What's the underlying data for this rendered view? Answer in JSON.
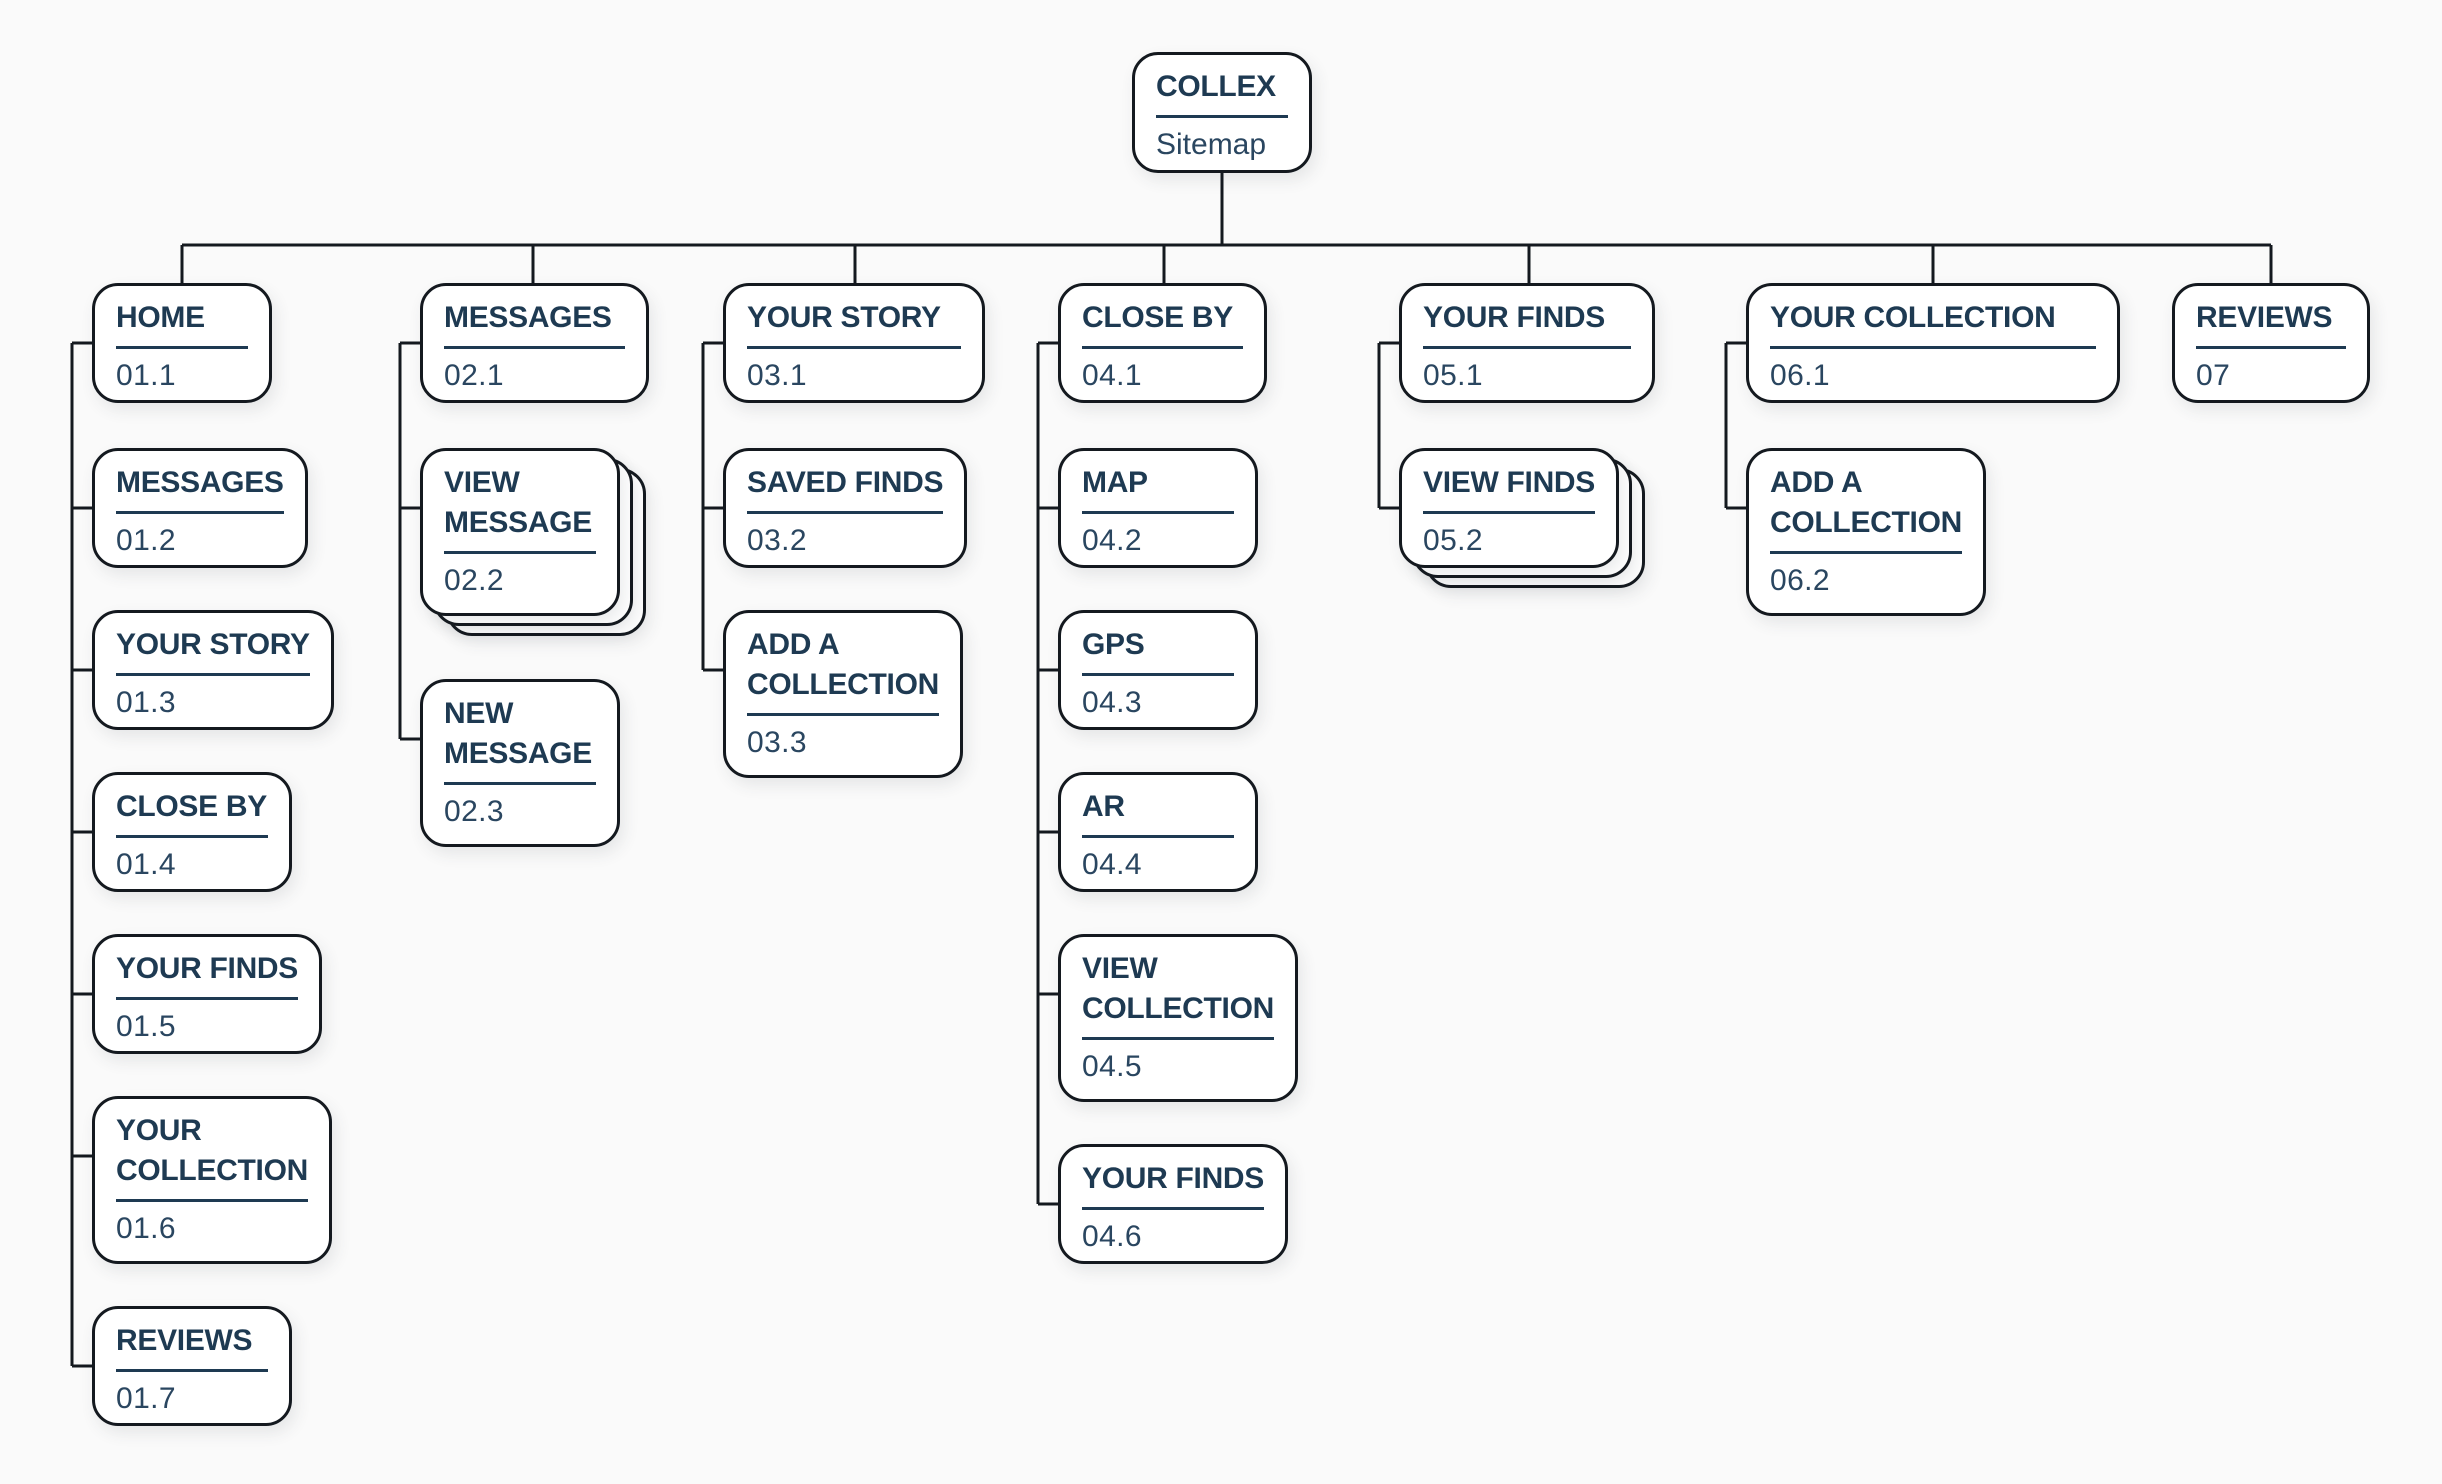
{
  "root": {
    "title": "COLLEX",
    "subtitle": "Sitemap"
  },
  "columns": [
    {
      "header": {
        "label": "HOME",
        "number": "01.1"
      },
      "children": [
        {
          "label": "MESSAGES",
          "number": "01.2"
        },
        {
          "label": "YOUR STORY",
          "number": "01.3"
        },
        {
          "label": "CLOSE BY",
          "number": "01.4"
        },
        {
          "label": "YOUR FINDS",
          "number": "01.5"
        },
        {
          "label": "YOUR\nCOLLECTION",
          "number": "01.6"
        },
        {
          "label": "REVIEWS",
          "number": "01.7"
        }
      ]
    },
    {
      "header": {
        "label": "MESSAGES",
        "number": "02.1"
      },
      "children": [
        {
          "label": "VIEW\nMESSAGE",
          "number": "02.2",
          "stacked": true
        },
        {
          "label": "NEW\nMESSAGE",
          "number": "02.3"
        }
      ]
    },
    {
      "header": {
        "label": "YOUR STORY",
        "number": "03.1"
      },
      "children": [
        {
          "label": "SAVED FINDS",
          "number": "03.2"
        },
        {
          "label": "ADD A\nCOLLECTION",
          "number": "03.3"
        }
      ]
    },
    {
      "header": {
        "label": "CLOSE BY",
        "number": "04.1"
      },
      "children": [
        {
          "label": "MAP",
          "number": "04.2"
        },
        {
          "label": "GPS",
          "number": "04.3"
        },
        {
          "label": "AR",
          "number": "04.4"
        },
        {
          "label": "VIEW\nCOLLECTION",
          "number": "04.5"
        },
        {
          "label": "YOUR FINDS",
          "number": "04.6"
        }
      ]
    },
    {
      "header": {
        "label": "YOUR FINDS",
        "number": "05.1"
      },
      "children": [
        {
          "label": "VIEW FINDS",
          "number": "05.2",
          "stacked": true
        }
      ]
    },
    {
      "header": {
        "label": "YOUR COLLECTION",
        "number": "06.1"
      },
      "children": [
        {
          "label": "ADD A\nCOLLECTION",
          "number": "06.2"
        }
      ]
    },
    {
      "header": {
        "label": "REVIEWS",
        "number": "07"
      },
      "children": []
    }
  ],
  "colors": {
    "page_background": "#fafafa",
    "card_background": "#ffffff",
    "border_and_lines": "#14191f",
    "title_text": "#1e3a52",
    "number_text": "#2a4660"
  }
}
